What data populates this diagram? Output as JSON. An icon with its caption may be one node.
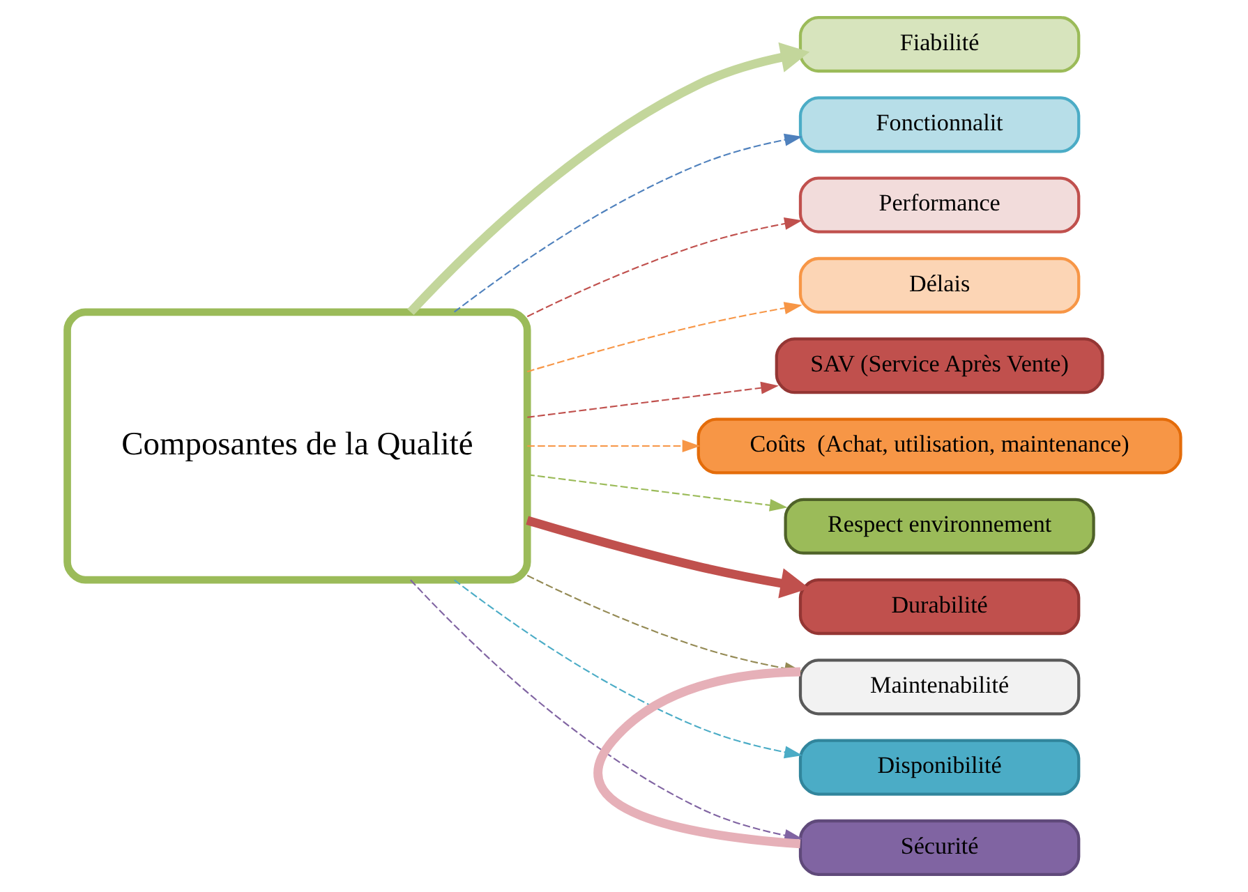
{
  "diagram": {
    "nodes": [
      {
        "text": [
          "Composantes de la Qualité"
        ]
      },
      {
        "text": [
          "Fiabilité"
        ]
      },
      {
        "text": [
          "Fonctionnalit"
        ]
      },
      {
        "text": [
          "Performance"
        ]
      },
      {
        "text": [
          "Délais"
        ]
      },
      {
        "text": [
          "SAV (Service Après Vente)"
        ]
      },
      {
        "text": [
          "Coûts  (Achat, utilisation, maintenance)"
        ]
      },
      {
        "text": [
          "Respect environnement"
        ]
      },
      {
        "text": [
          "Durabilité"
        ]
      },
      {
        "text": [
          "Maintenabilité"
        ]
      },
      {
        "text": [
          "Disponibilité"
        ]
      },
      {
        "text": [
          "Sécurité"
        ]
      }
    ],
    "edges": [
      {
        "from": 0,
        "to": 1,
        "arrow": "to",
        "style": "thick",
        "color": "#c3d69b"
      },
      {
        "from": 0,
        "to": 2,
        "arrow": "to",
        "style": "dashed",
        "color": "#4f81bd"
      },
      {
        "from": 0,
        "to": 3,
        "arrow": "to",
        "style": "dashed",
        "color": "#c0504d"
      },
      {
        "from": 0,
        "to": 4,
        "arrow": "to",
        "style": "dashed",
        "color": "#f79646"
      },
      {
        "from": 0,
        "to": 5,
        "arrow": "to",
        "style": "dashed",
        "color": "#c0504d"
      },
      {
        "from": 0,
        "to": 6,
        "arrow": "to",
        "style": "dashed",
        "color": "#f79646"
      },
      {
        "from": 0,
        "to": 7,
        "arrow": "to",
        "style": "dashed",
        "color": "#9bbb59"
      },
      {
        "from": 0,
        "to": 8,
        "arrow": "to",
        "style": "thick",
        "color": "#c0504d"
      },
      {
        "from": 0,
        "to": 9,
        "arrow": "to",
        "style": "dashed",
        "color": "#948a54"
      },
      {
        "from": 0,
        "to": 10,
        "arrow": "to",
        "style": "dashed",
        "color": "#4bacc6"
      },
      {
        "from": 0,
        "to": 11,
        "arrow": "to",
        "style": "dashed",
        "color": "#8064a2"
      },
      {
        "from": 11,
        "to": 9,
        "arrow": "none",
        "style": "thick",
        "color": "#e6b0b8"
      }
    ]
  }
}
